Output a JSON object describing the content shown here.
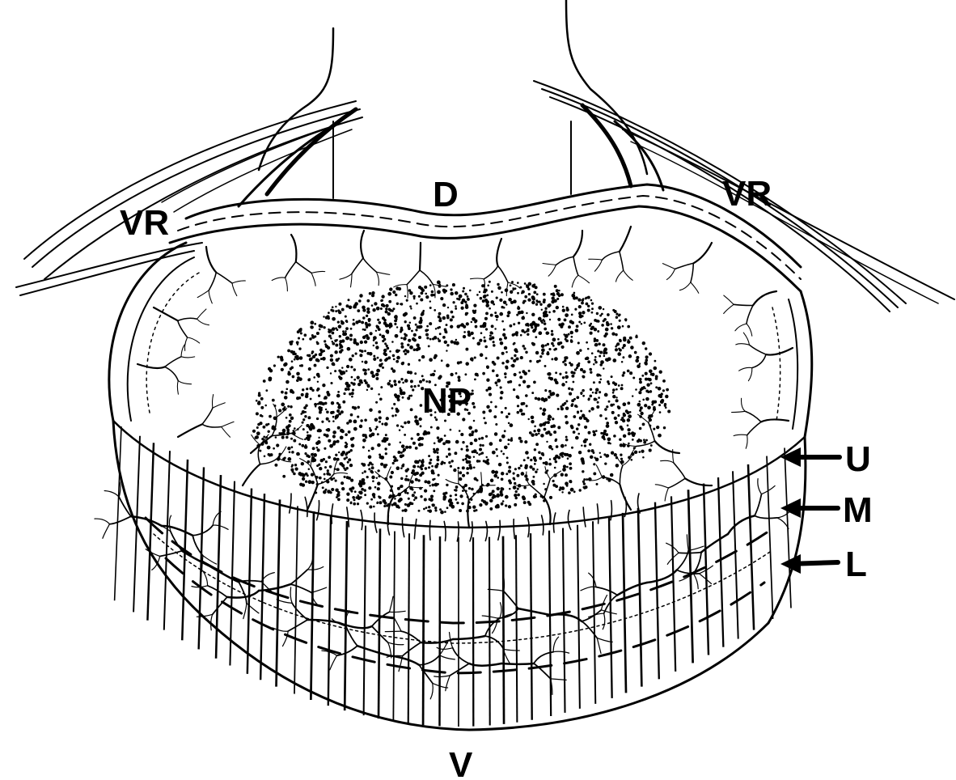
{
  "labels": {
    "vr_left": "VR",
    "vr_right": "VR",
    "dorsal": "D",
    "nucleus": "NP",
    "upper": "U",
    "middle": "M",
    "lower": "L",
    "ventral": "V"
  },
  "colors": {
    "ink": "#000000",
    "background": "#ffffff"
  }
}
